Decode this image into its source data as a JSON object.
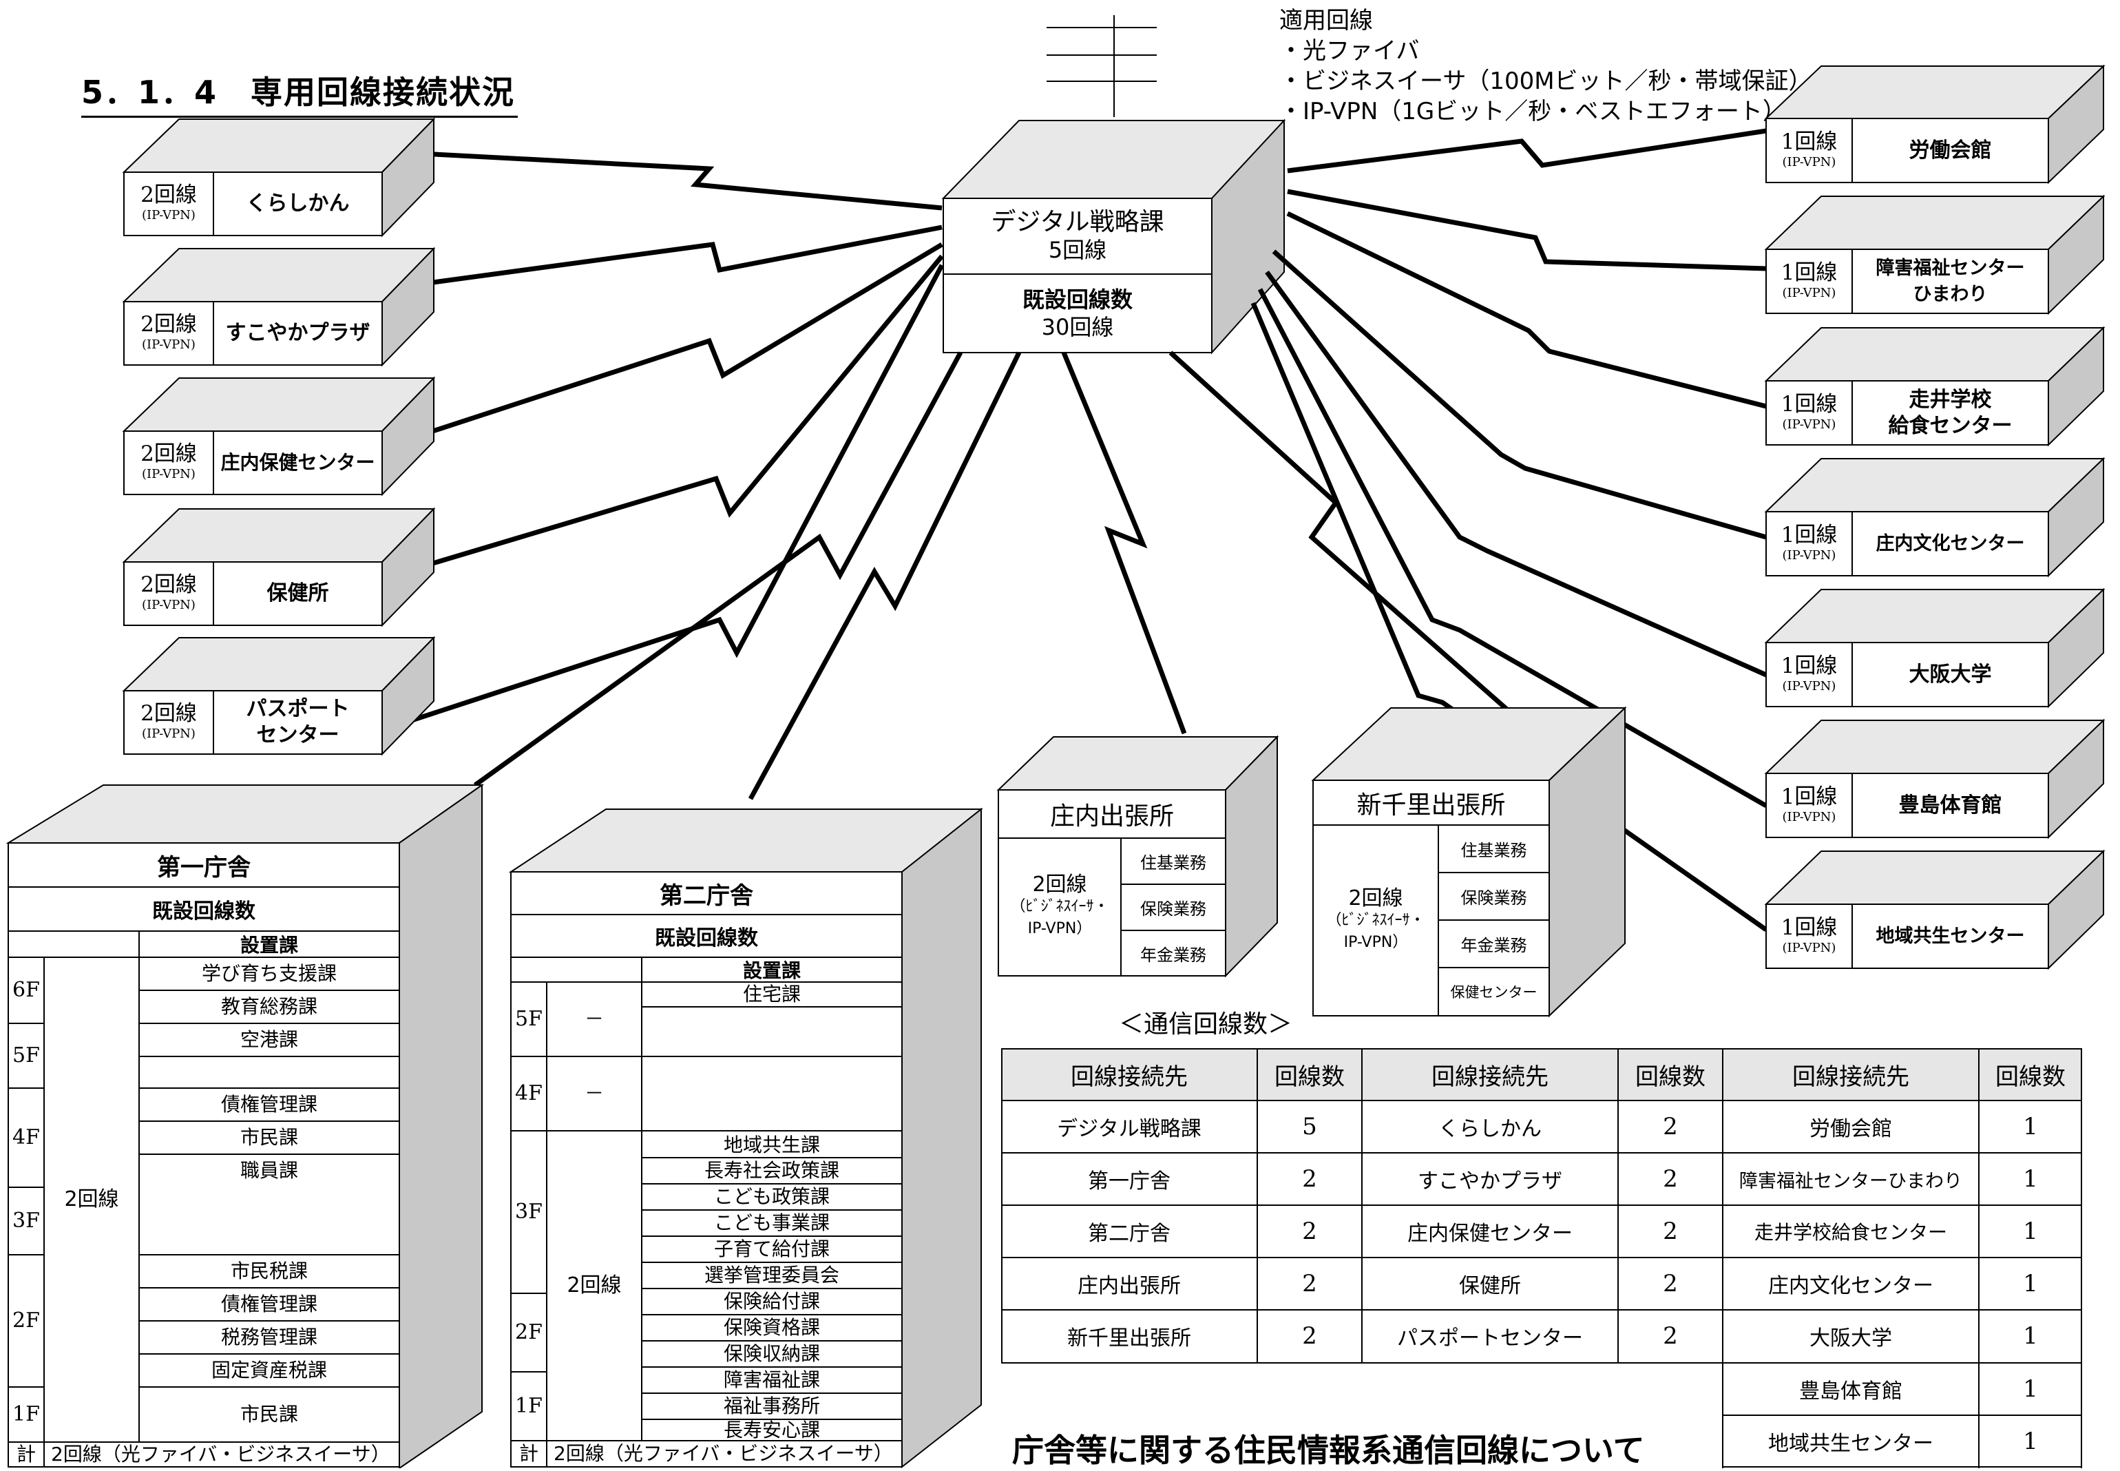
{
  "title": "5．1．4　専用回線接続状況",
  "line_types": {
    "heading": "適用回線",
    "items": [
      "・光ファイバ",
      "・ビジネスイーサ（100Mビット／秒・帯域保証）",
      "・IP-VPN（1Gビット／秒・ベストエフォート）"
    ]
  },
  "center": {
    "name": "デジタル戦略課",
    "lines": "5回線",
    "existing_label": "既設回線数",
    "existing": "30回線"
  },
  "left_sites": [
    {
      "count": "2回線",
      "type": "(IP-VPN)",
      "name": "くらしかん"
    },
    {
      "count": "2回線",
      "type": "(IP-VPN)",
      "name": "すこやかプラザ"
    },
    {
      "count": "2回線",
      "type": "(IP-VPN)",
      "name": "庄内保健センター"
    },
    {
      "count": "2回線",
      "type": "(IP-VPN)",
      "name": "保健所"
    },
    {
      "count": "2回線",
      "type": "(IP-VPN)",
      "name_line1": "パスポート",
      "name_line2": "センター"
    }
  ],
  "right_sites": [
    {
      "count": "1回線",
      "type": "(IP-VPN)",
      "name_line1": "労働会館",
      "name_line2": ""
    },
    {
      "count": "1回線",
      "type": "(IP-VPN)",
      "name_line1": "障害福祉センター",
      "name_line2": "ひまわり"
    },
    {
      "count": "1回線",
      "type": "(IP-VPN)",
      "name_line1": "走井学校",
      "name_line2": "給食センター"
    },
    {
      "count": "1回線",
      "type": "(IP-VPN)",
      "name_line1": "庄内文化センター",
      "name_line2": ""
    },
    {
      "count": "1回線",
      "type": "(IP-VPN)",
      "name_line1": "大阪大学",
      "name_line2": ""
    },
    {
      "count": "1回線",
      "type": "(IP-VPN)",
      "name_line1": "豊島体育館",
      "name_line2": ""
    },
    {
      "count": "1回線",
      "type": "(IP-VPN)",
      "name_line1": "地域共生センター",
      "name_line2": ""
    }
  ],
  "building1": {
    "name": "第一庁舎",
    "existing_label": "既設回線数",
    "dept_header": "設置課",
    "lines": "2回線",
    "floors": [
      "6F",
      "5F",
      "4F",
      "3F",
      "2F",
      "1F"
    ],
    "depts": [
      "学び育ち支援課",
      "教育総務課",
      "空港課",
      "",
      "債権管理課",
      "市民課",
      "職員課",
      "",
      "市民税課",
      "債権管理課",
      "税務管理課",
      "固定資産税課",
      "市民課"
    ],
    "total_label": "計",
    "total": "2回線（光ファイバ・ビジネスイーサ）"
  },
  "building2": {
    "name": "第二庁舎",
    "existing_label": "既設回線数",
    "dept_header": "設置課",
    "lines": "2回線",
    "dash": "－",
    "floors": [
      "5F",
      "4F",
      "3F",
      "2F",
      "1F"
    ],
    "depts": [
      "住宅課",
      "地域共生課",
      "長寿社会政策課",
      "こども政策課",
      "こども事業課",
      "子育て給付課",
      "選挙管理委員会",
      "保険給付課",
      "保険資格課",
      "保険収納課",
      "障害福祉課",
      "福祉事務所",
      "長寿安心課"
    ],
    "total_label": "計",
    "total": "2回線（光ファイバ・ビジネスイーサ）"
  },
  "branch1": {
    "name": "庄内出張所",
    "count": "2回線",
    "type1": "（ﾋﾞｼﾞﾈｽｲｰｻ・",
    "type2": "IP-VPN）",
    "services": [
      "住基業務",
      "保険業務",
      "年金業務"
    ]
  },
  "branch2": {
    "name": "新千里出張所",
    "count": "2回線",
    "type1": "（ﾋﾞｼﾞﾈｽｲｰｻ・",
    "type2": "IP-VPN）",
    "services": [
      "住基業務",
      "保険業務",
      "年金業務",
      "保健センター"
    ]
  },
  "count_table": {
    "caption": "＜通信回線数＞",
    "headers": [
      "回線接続先",
      "回線数",
      "回線接続先",
      "回線数",
      "回線接続先",
      "回線数"
    ],
    "rows": [
      [
        "デジタル戦略課",
        "5",
        "くらしかん",
        "2",
        "労働会館",
        "1"
      ],
      [
        "第一庁舎",
        "2",
        "すこやかプラザ",
        "2",
        "障害福祉センターひまわり",
        "1"
      ],
      [
        "第二庁舎",
        "2",
        "庄内保健センター",
        "2",
        "走井学校給食センター",
        "1"
      ],
      [
        "庄内出張所",
        "2",
        "保健所",
        "2",
        "庄内文化センター",
        "1"
      ],
      [
        "新千里出張所",
        "2",
        "パスポートセンター",
        "2",
        "大阪大学",
        "1"
      ]
    ],
    "extra_rows": [
      [
        "豊島体育館",
        "1"
      ],
      [
        "地域共生センター",
        "1"
      ]
    ]
  },
  "footer": "庁舎等に関する住民情報系通信回線について"
}
